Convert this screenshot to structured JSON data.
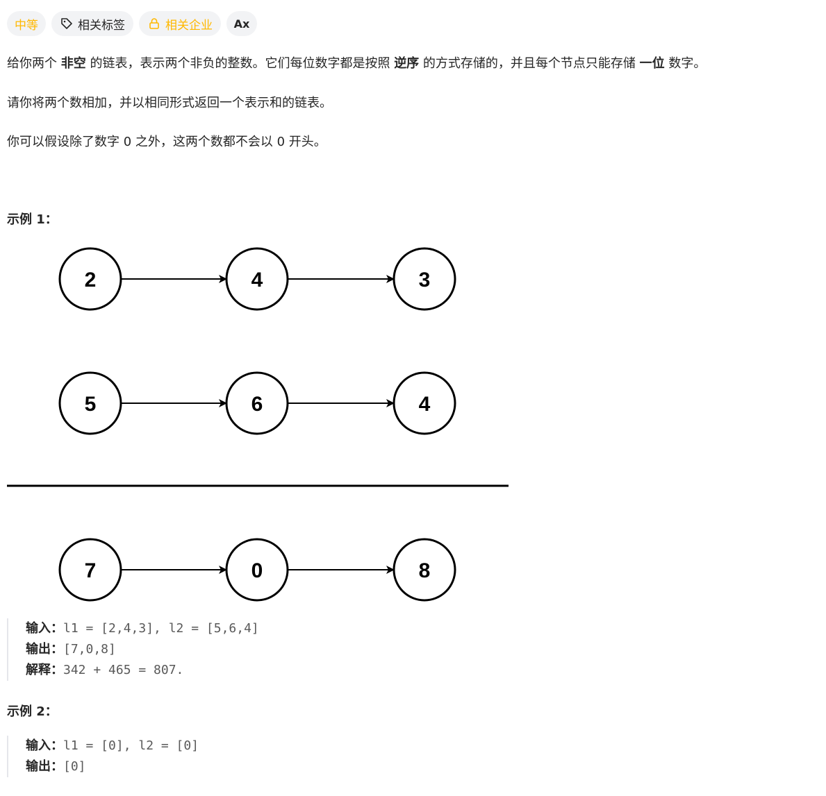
{
  "tags": {
    "difficulty": "中等",
    "related_tags": "相关标签",
    "related_companies": "相关企业",
    "translate": "Aх"
  },
  "description": {
    "p1": {
      "a": "给你两个 ",
      "b1": "非空",
      "c": " 的链表，表示两个非负的整数。它们每位数字都是按照 ",
      "b2": "逆序",
      "d": " 的方式存储的，并且每个节点只能存储 ",
      "b3": "一位",
      "e": " 数字。"
    },
    "p2": "请你将两个数相加，并以相同形式返回一个表示和的链表。",
    "p3": "你可以假设除了数字 0 之外，这两个数都不会以 0 开头。"
  },
  "example1": {
    "title": "示例 1：",
    "diagram": {
      "rows": [
        [
          "2",
          "4",
          "3"
        ],
        [
          "5",
          "6",
          "4"
        ],
        [
          "7",
          "0",
          "8"
        ]
      ]
    },
    "input_label": "输入：",
    "input_value": "l1 = [2,4,3], l2 = [5,6,4]",
    "output_label": "输出：",
    "output_value": "[7,0,8]",
    "explain_label": "解释：",
    "explain_value": "342 + 465 = 807."
  },
  "example2": {
    "title": "示例 2：",
    "input_label": "输入：",
    "input_value": "l1 = [0], l2 = [0]",
    "output_label": "输出：",
    "output_value": "[0]"
  }
}
